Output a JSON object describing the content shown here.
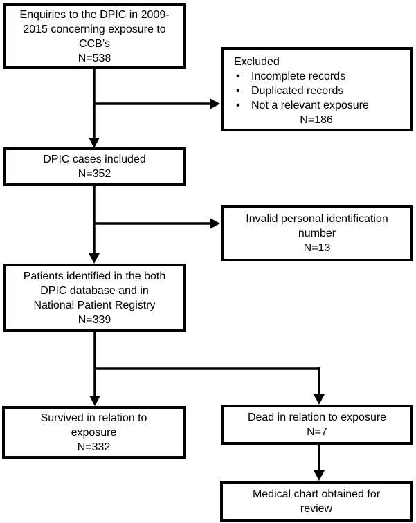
{
  "diagram": {
    "title_semantic": "Patient flow chart for DPIC CCB exposure enquiries",
    "colors": {
      "box_border": "#000000",
      "line": "#000000",
      "text": "#000000",
      "background": "#ffffff"
    },
    "icons": {
      "bullet": "•",
      "arrow": "▼"
    },
    "boxes": {
      "enquiries": {
        "text": "Enquiries to the DPIC in 2009-\n2015 concerning exposure to\nCCB’s\nN=538"
      },
      "excluded": {
        "title": "Excluded",
        "items": [
          "Incomplete records",
          "Duplicated records",
          "Not a relevant exposure"
        ],
        "n": "N=186"
      },
      "dpic_included": {
        "text": "DPIC cases included\nN=352"
      },
      "invalid_pin": {
        "text": "Invalid personal identification\nnumber\nN=13"
      },
      "identified": {
        "text": "Patients identified in the both\nDPIC database and in\nNational Patient Registry\nN=339"
      },
      "survived": {
        "text": "Survived in relation to\nexposure\nN=332"
      },
      "dead": {
        "text": "Dead in relation to exposure\nN=7"
      },
      "medical_chart": {
        "text": "Medical chart obtained for\nreview"
      }
    }
  }
}
